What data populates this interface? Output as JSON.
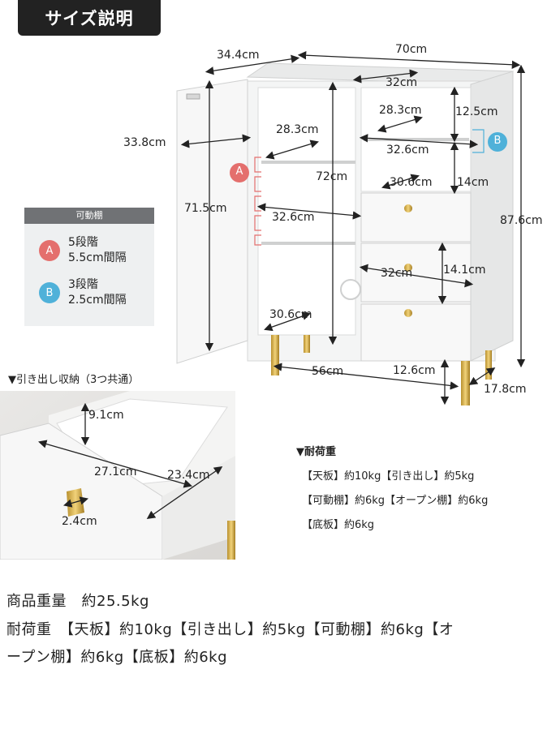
{
  "header": {
    "title": "サイズ説明"
  },
  "dimensions": {
    "d_344": "34.4cm",
    "d_70": "70cm",
    "d_32_top": "32cm",
    "d_283_r": "28.3cm",
    "d_125": "12.5cm",
    "d_338": "33.8cm",
    "d_283_l": "28.3cm",
    "d_326_r": "32.6cm",
    "d_72": "72cm",
    "d_306_r": "30.6cm",
    "d_14": "14cm",
    "d_715": "71.5cm",
    "d_326_l": "32.6cm",
    "d_876": "87.6cm",
    "d_32_mid": "32cm",
    "d_141": "14.1cm",
    "d_306_l": "30.6cm",
    "d_56": "56cm",
    "d_126": "12.6cm",
    "d_178": "17.8cm"
  },
  "callouts": {
    "a": "A",
    "b": "B"
  },
  "legend": {
    "title": "可動棚",
    "a_badge": "A",
    "a_line1": "5段階",
    "a_line2": "5.5cm間隔",
    "b_badge": "B",
    "b_line1": "3段階",
    "b_line2": "2.5cm間隔"
  },
  "drawer": {
    "title": "▼引き出し収納（3つ共通）",
    "d_91": "9.1cm",
    "d_271": "27.1cm",
    "d_234": "23.4cm",
    "d_24": "2.4cm"
  },
  "load": {
    "title": "▼耐荷重",
    "line1": "【天板】約10kg【引き出し】約5kg",
    "line2": "【可動棚】約6kg【オープン棚】約6kg",
    "line3": "【底板】約6kg"
  },
  "summary": {
    "weight": "商品重量　約25.5kg",
    "load_line1": "耐荷重　【天板】約10kg【引き出し】約5kg【可動棚】約6kg【オ",
    "load_line2": "ープン棚】約6kg【底板】約6kg"
  },
  "colors": {
    "callout_a": "#e46f6d",
    "callout_b": "#4fb1d9",
    "header_bg": "#222222"
  }
}
